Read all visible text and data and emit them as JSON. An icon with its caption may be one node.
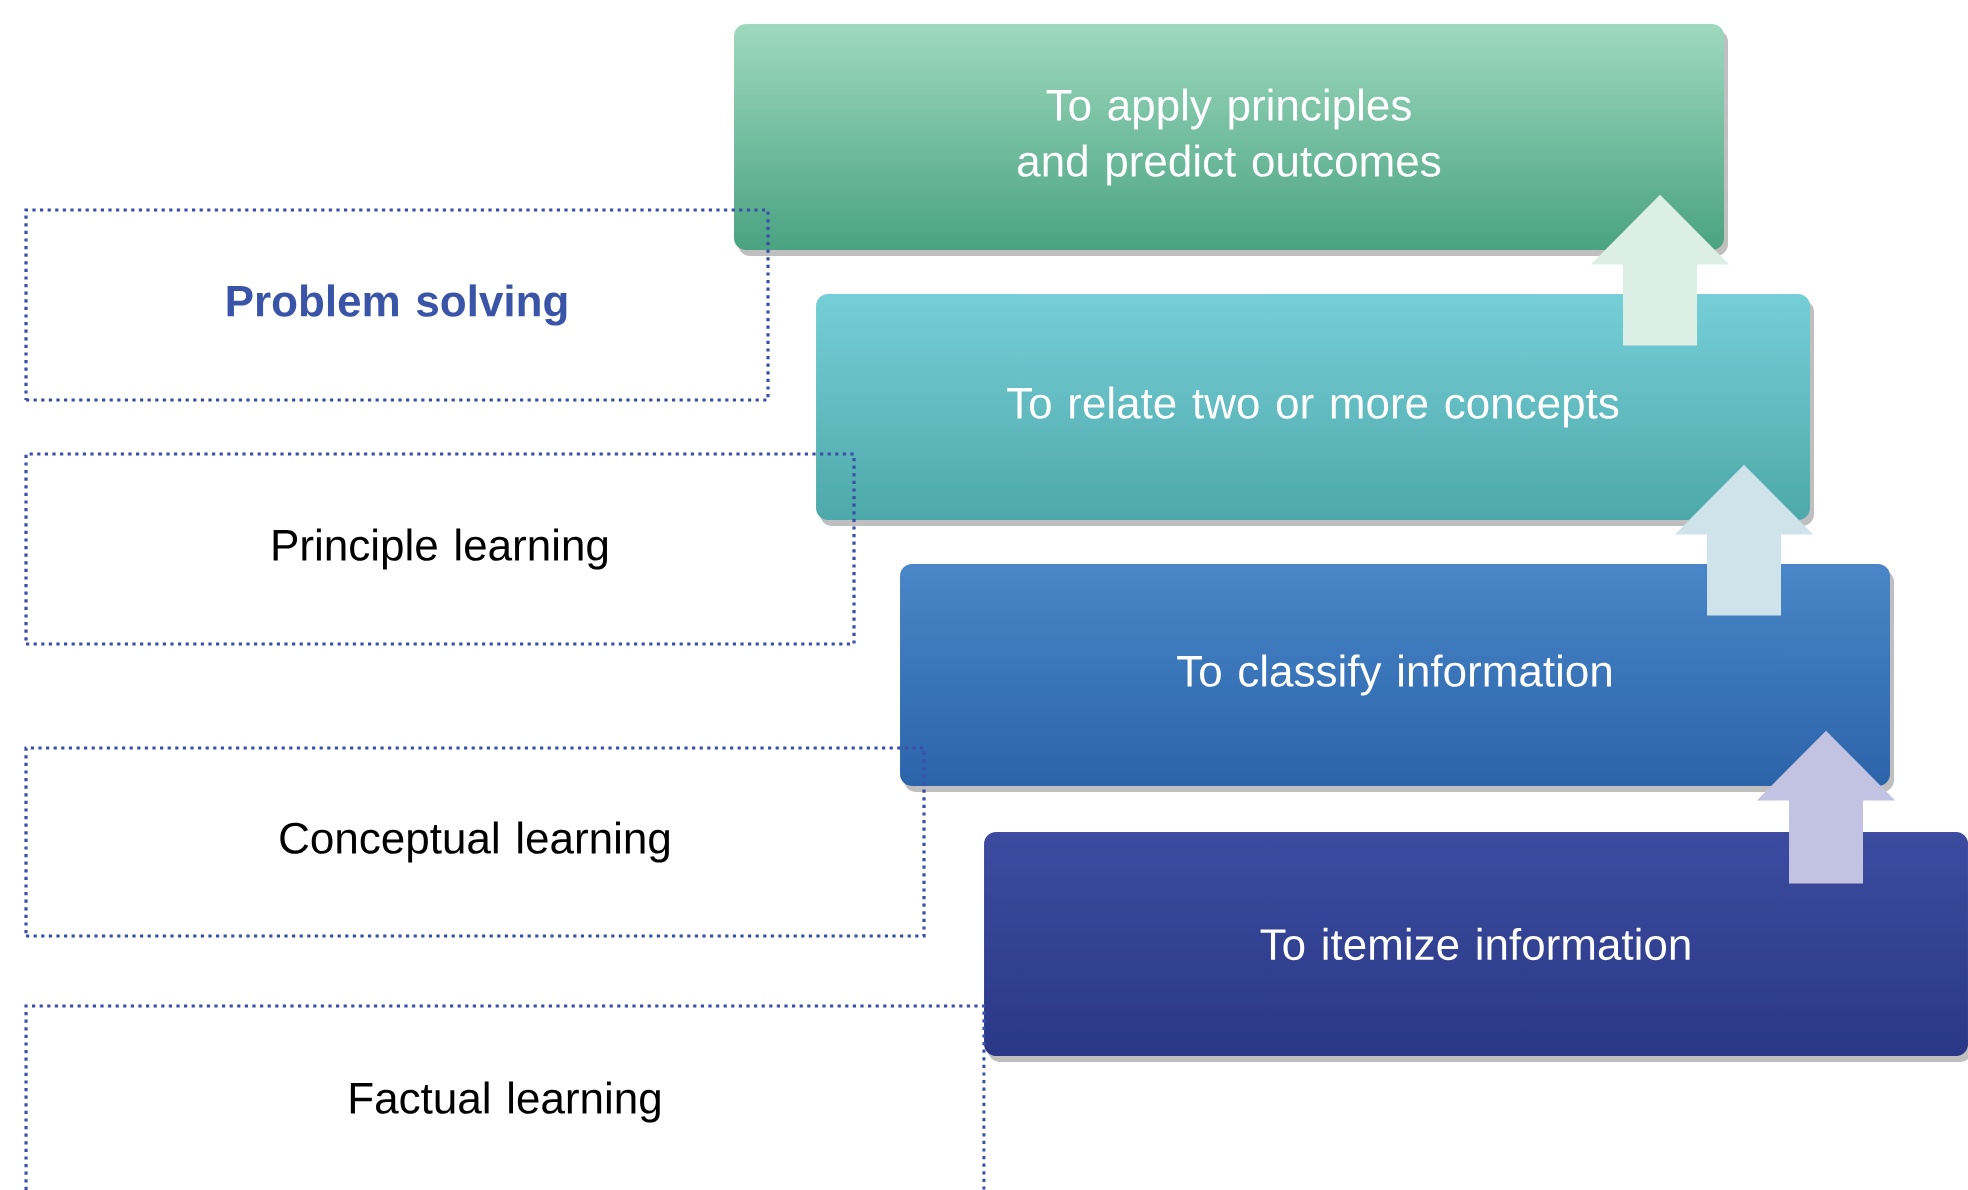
{
  "diagram": {
    "nodes": [
      {
        "text": [
          "To apply principles and predict outcomes"
        ]
      },
      {
        "text": [
          "Problem solving"
        ]
      },
      {
        "text": [
          "To relate two or more concepts"
        ]
      },
      {
        "text": [
          "Principle learning"
        ]
      },
      {
        "text": [
          "To classify information"
        ]
      },
      {
        "text": [
          "Conceptual learning"
        ]
      },
      {
        "text": [
          "To itemize information"
        ]
      },
      {
        "text": [
          "Factual learning"
        ]
      }
    ],
    "edges": [
      {
        "from": 6,
        "to": 4,
        "arrow": "to"
      },
      {
        "from": 4,
        "to": 2,
        "arrow": "to"
      },
      {
        "from": 2,
        "to": 0,
        "arrow": "to"
      }
    ]
  }
}
